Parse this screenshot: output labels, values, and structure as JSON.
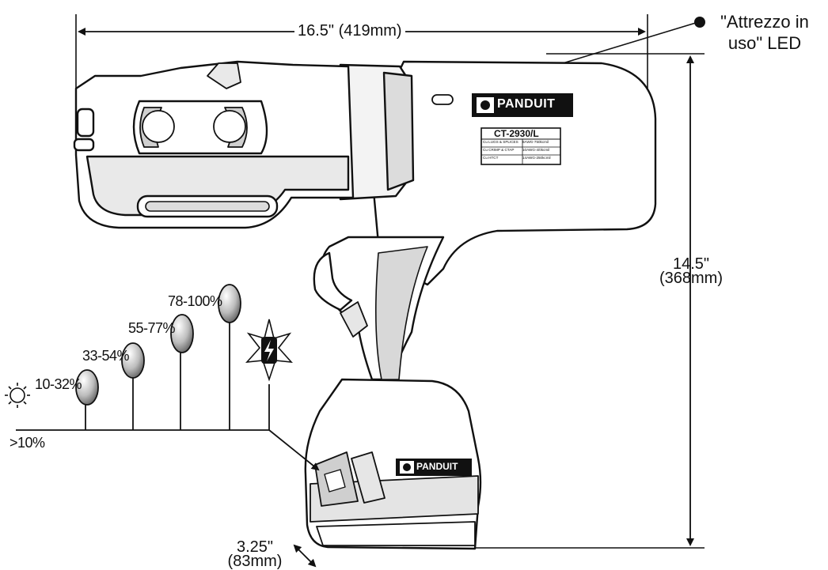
{
  "dimensions": {
    "width": "16.5\" (419mm)",
    "height_in": "14.5\"",
    "height_mm": "(368mm)",
    "depth_in": "3.25\"",
    "depth_mm": "(83mm)"
  },
  "led_callout": {
    "line1": "\"Attrezzo in",
    "line2": "uso\" LED"
  },
  "battery_levels": {
    "low": ">10%",
    "levels": [
      "10-32%",
      "33-54%",
      "55-77%",
      "78-100%"
    ]
  },
  "brand": {
    "name": "PANDUIT"
  },
  "model_label": {
    "model": "CT-2930/L",
    "rows": [
      [
        "Cu LUGS & SPLICES",
        "8AWG-750kcmil"
      ],
      [
        "Cu CRIMP & CTAP",
        "10AWG-4/0kcmil"
      ],
      [
        "Cu HTCT",
        "14AWG-250kcmil"
      ]
    ]
  },
  "colors": {
    "ink": "#111111",
    "tool_fill": "#ffffff",
    "shade": "#cfcfcf"
  }
}
